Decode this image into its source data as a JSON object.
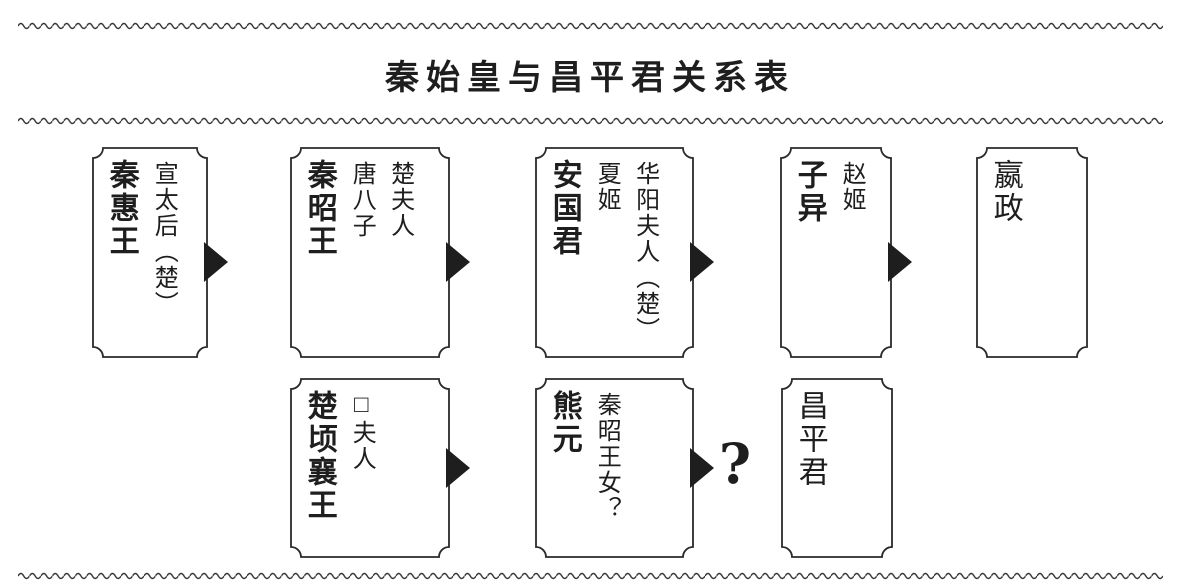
{
  "title": "秦始皇与昌平君关系表",
  "colors": {
    "ink": "#1e1e1e",
    "rule": "#333333",
    "paper": "#ffffff"
  },
  "diagram": {
    "boxes": [
      {
        "name": "秦惠王",
        "spouses": [
          "宣太后（楚）"
        ]
      },
      {
        "name": "秦昭王",
        "spouses": [
          "唐八子",
          "楚夫人"
        ]
      },
      {
        "name": "安国君",
        "spouses": [
          "夏姬",
          "华阳夫人（楚）"
        ]
      },
      {
        "name": "子异",
        "spouses": [
          "赵姬"
        ]
      },
      {
        "name": "嬴政",
        "spouses": []
      },
      {
        "name": "楚顷襄王",
        "spouses": [
          "□夫人"
        ]
      },
      {
        "name": "熊元",
        "spouses": [
          "秦昭王女？"
        ]
      },
      {
        "name": "昌平君",
        "spouses": []
      }
    ],
    "uncertainty_mark": "?"
  }
}
